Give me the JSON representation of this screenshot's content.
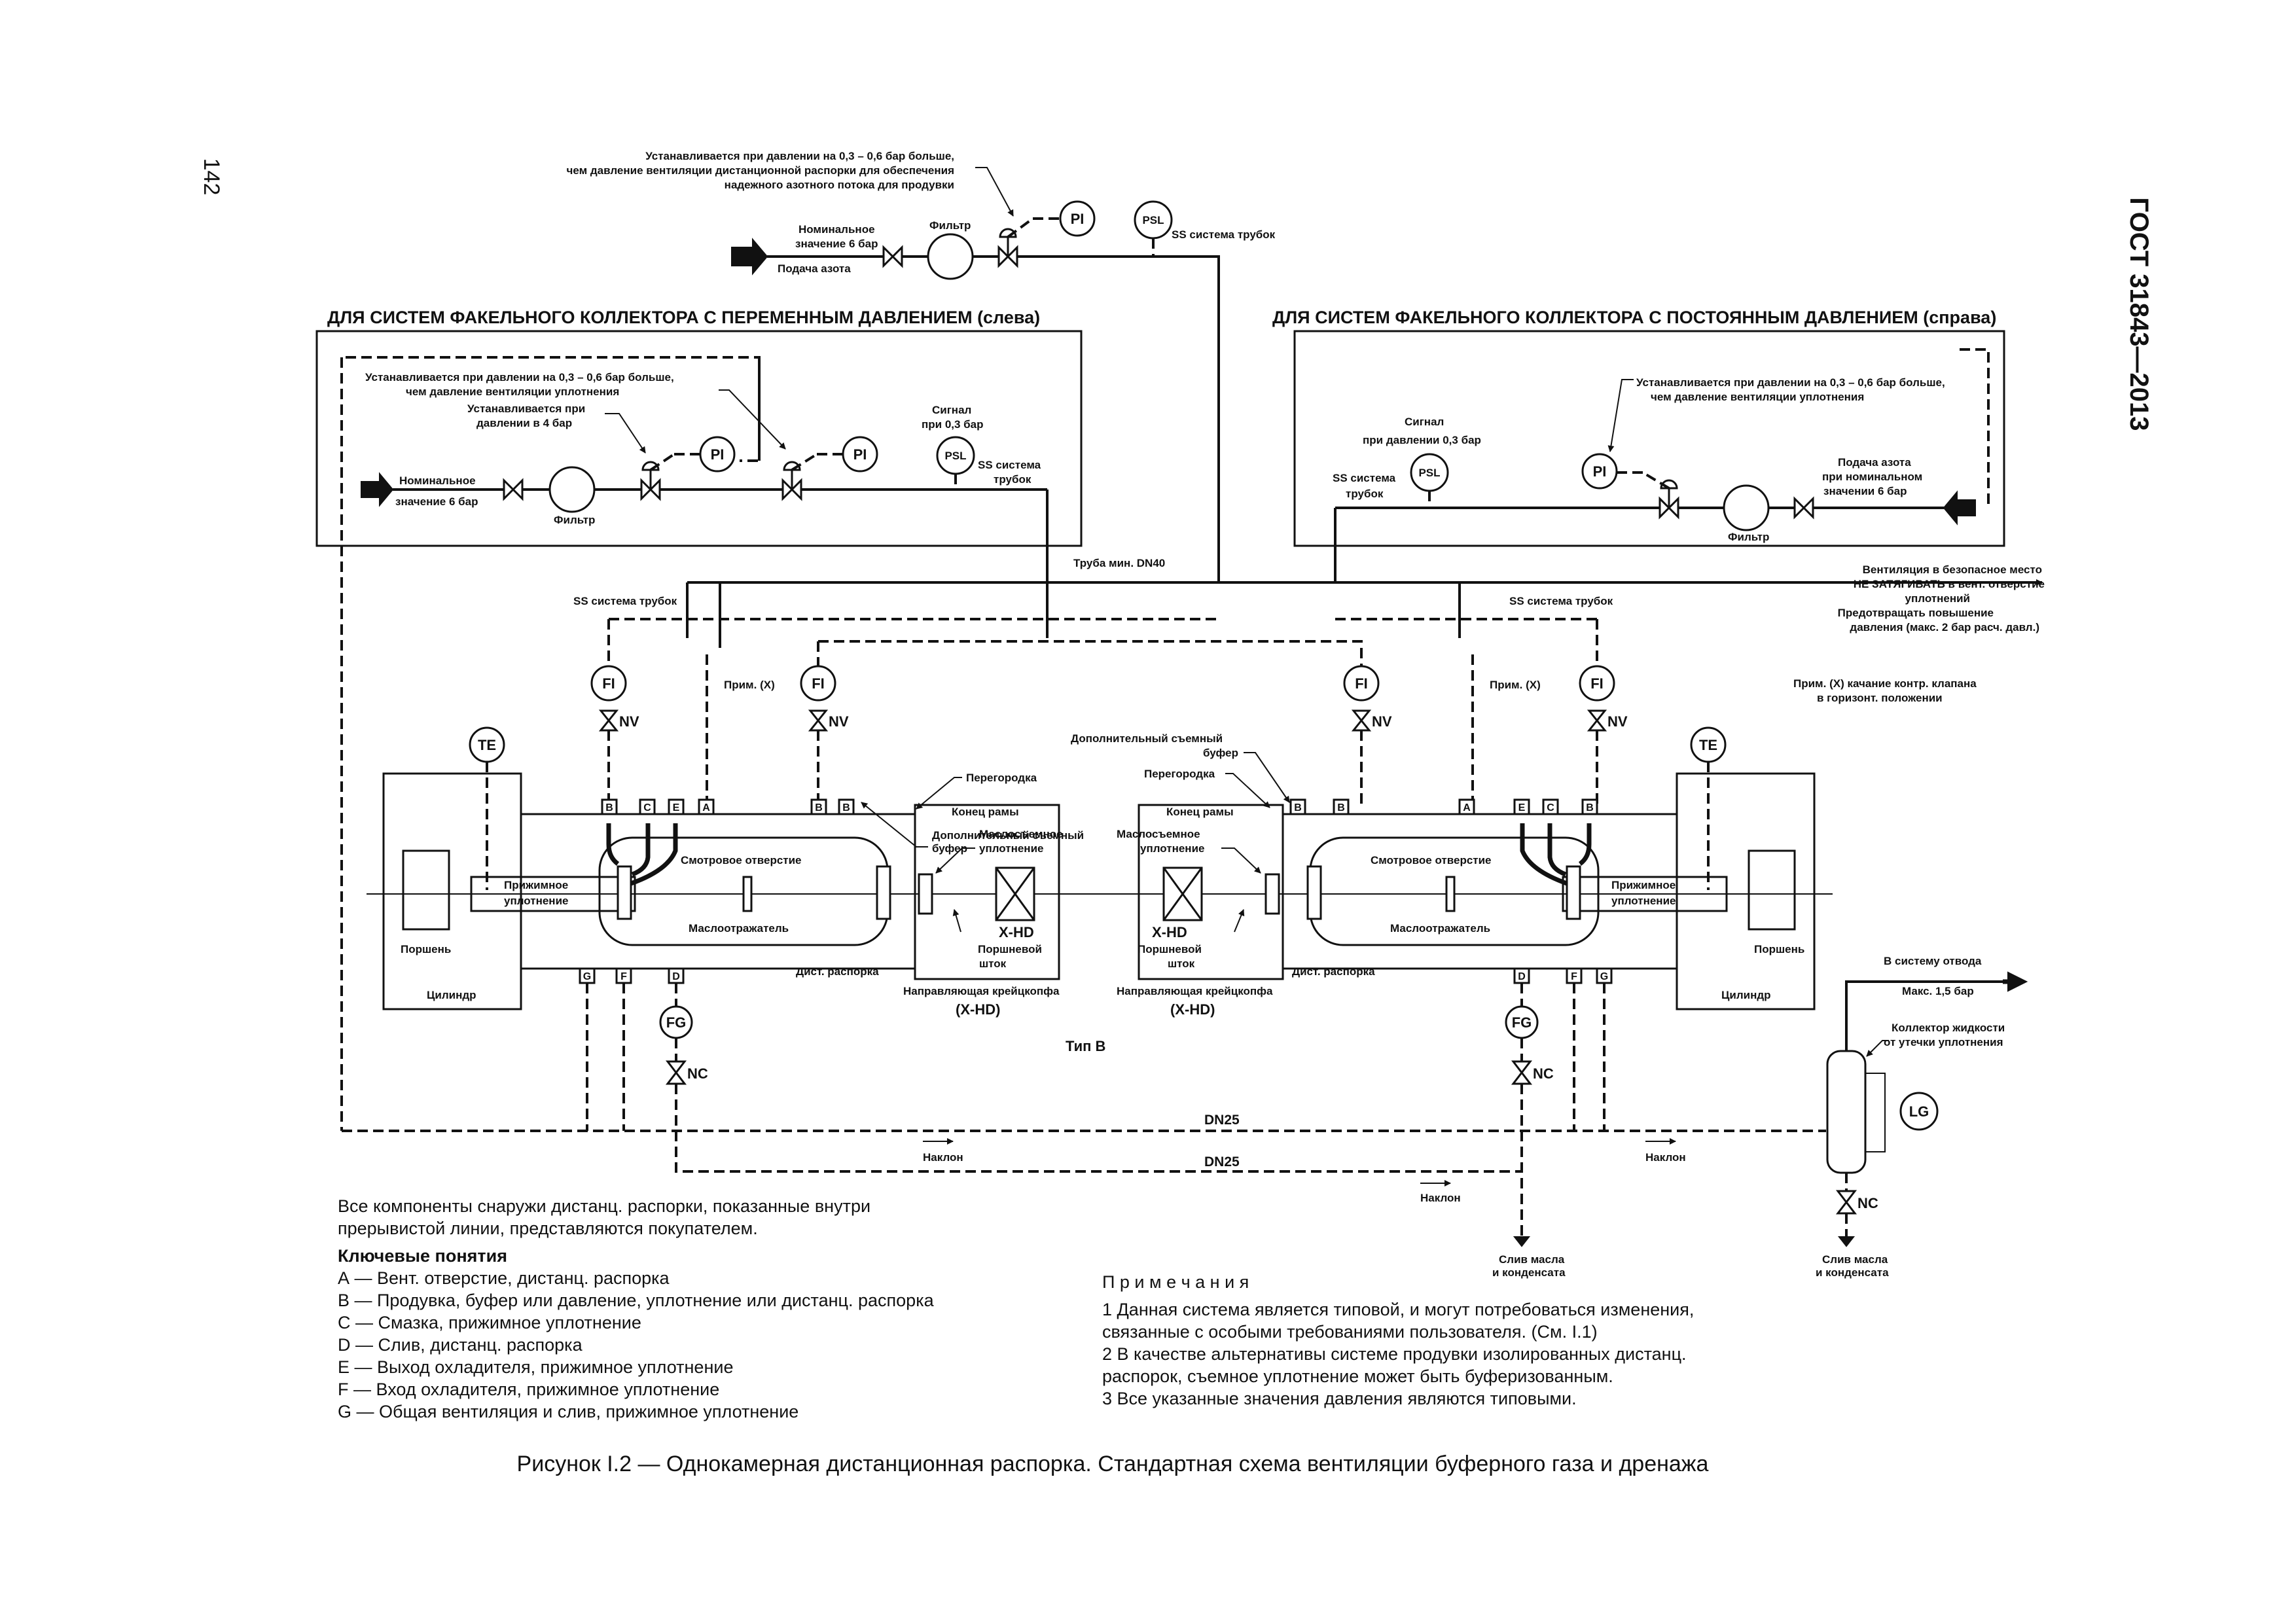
{
  "page": {
    "number": "142",
    "standard": "ГОСТ 31843—2013"
  },
  "nitrogen": {
    "note": [
      "Устанавливается при давлении на 0,3 – 0,6 бар больше,",
      "чем давление вентиляции дистанционной распорки для обеспечения",
      "надежного азотного потока для продувки"
    ],
    "nominal": [
      "Номинальное",
      "значение 6 бар"
    ],
    "supply": "Подача азота",
    "filter": "Фильтр",
    "pi": "PI",
    "psl": "PSL",
    "ss": "SS система трубок"
  },
  "left_box": {
    "title": "ДЛЯ СИСТЕМ ФАКЕЛЬНОГО КОЛЛЕКТОРА С ПЕРЕМЕННЫМ ДАВЛЕНИЕМ (слева)",
    "note1": [
      "Устанавливается при давлении на 0,3 – 0,6 бар больше,",
      "чем давление вентиляции уплотнения"
    ],
    "note2": [
      "Устанавливается при",
      "давлении  в 4 бар"
    ],
    "signal": [
      "Сигнал",
      "при 0,3 бар"
    ],
    "ss": [
      "SS система",
      "трубок"
    ],
    "nominal": [
      "Номинальное",
      "значение 6 бар"
    ],
    "filter": "Фильтр"
  },
  "right_box": {
    "title": "ДЛЯ СИСТЕМ ФАКЕЛЬНОГО КОЛЛЕКТОРА С ПОСТОЯННЫМ ДАВЛЕНИЕМ (справа)",
    "note": [
      "Устанавливается при давлении на 0,3 – 0,6 бар больше,",
      "чем давление вентиляции уплотнения"
    ],
    "signal": [
      "Сигнал",
      "при давлении 0,3 бар"
    ],
    "ss": [
      "SS система",
      "трубок"
    ],
    "supply": [
      "Подача азота",
      "при номинальном",
      "значении 6 бар"
    ],
    "filter": "Фильтр"
  },
  "middle": {
    "pipe": "Труба мин. DN40",
    "ss_left": "SS система трубок",
    "ss_right": "SS система трубок",
    "vent": [
      "Вентиляция в безопасное место",
      "НЕ ЗАТЯГИВАТЬ в вент. отверстие",
      "уплотнений",
      "Предотвращать повышение",
      "давления (макс. 2 бар расч. давл.)"
    ],
    "note_x": [
      "Прим. (X) качание контр. клапана",
      "в горизонт. положении"
    ],
    "prim_x": "Прим. (X)"
  },
  "instruments": {
    "fi": "FI",
    "nv": "NV",
    "te": "TE",
    "fg": "FG",
    "nc": "NC",
    "lg": "LG"
  },
  "ports_left_top": [
    "B",
    "C",
    "E",
    "A",
    "B",
    "B"
  ],
  "ports_left_bottom": [
    "G",
    "F",
    "D"
  ],
  "ports_right_top": [
    "B",
    "B",
    "A",
    "E",
    "C",
    "B"
  ],
  "ports_right_bottom": [
    "D",
    "F",
    "G"
  ],
  "machine": {
    "buffer": [
      "Дополнительный съемный",
      "буфер"
    ],
    "buffer_r": [
      "Дополнительный съемный",
      "буфер"
    ],
    "partition": "Перегородка",
    "frame_end": "Конец рамы",
    "oil_seal": [
      "Маслосъемное",
      "уплотнение"
    ],
    "sight": "Смотровое отверстие",
    "packing": [
      "Прижимное",
      "уплотнение"
    ],
    "deflector": "Маслоотражатель",
    "xhd": "X-HD",
    "rod": [
      "Поршневой",
      "шток"
    ],
    "spacer": "Дист. распорка",
    "crosshead": "Направляющая крейцкопфа",
    "xhd_paren": "(X-HD)",
    "piston": "Поршень",
    "cylinder": "Цилиндр",
    "type": "Тип В"
  },
  "drain": {
    "dn25a": "DN25",
    "dn25b": "DN25",
    "slope": "Наклон",
    "outlet": "Слив масла",
    "outlet2": "и конденсата",
    "to_system": "В систему отвода",
    "max": "Макс. 1,5 бар",
    "collector": [
      "Коллектор жидкости",
      "от утечки уплотнения"
    ]
  },
  "notes_left": {
    "intro": [
      "Все компоненты снаружи дистанц. распорки, показанные внутри",
      "прерывистой линии, представляются покупателем."
    ],
    "title": "Ключевые понятия",
    "items": [
      "А — Вент. отверстие, дистанц. распорка",
      "В — Продувка, буфер или давление, уплотнение или дистанц. распорка",
      "С — Смазка, прижимное уплотнение",
      "D — Слив, дистанц. распорка",
      "E — Выход охладителя, прижимное уплотнение",
      "F — Вход охладителя, прижимное уплотнение",
      "G — Общая вентиляция и слив, прижимное уплотнение"
    ]
  },
  "notes_right": {
    "title": "П р и м е ч а н и я",
    "items": [
      "1 Данная система является типовой, и могут потребоваться изменения,",
      "связанные с особыми требованиями пользователя. (См. I.1)",
      "2 В качестве альтернативы системе продувки изолированных дистанц.",
      "распорок, съемное уплотнение может быть буферизованным.",
      "3  Все указанные значения давления являются типовыми."
    ]
  },
  "caption": "Рисунок I.2 — Однокамерная дистанционная распорка. Стандартная схема вентиляции буферного газа и дренажа"
}
